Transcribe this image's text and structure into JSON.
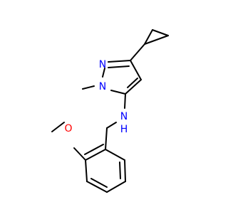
{
  "molecule": {
    "atoms": {
      "n1": "N",
      "n2": "N",
      "nh": "N",
      "h": "H",
      "o": "O"
    },
    "colors": {
      "bond": "#000000",
      "nitrogen": "#0000ff",
      "oxygen": "#ff0000"
    }
  }
}
